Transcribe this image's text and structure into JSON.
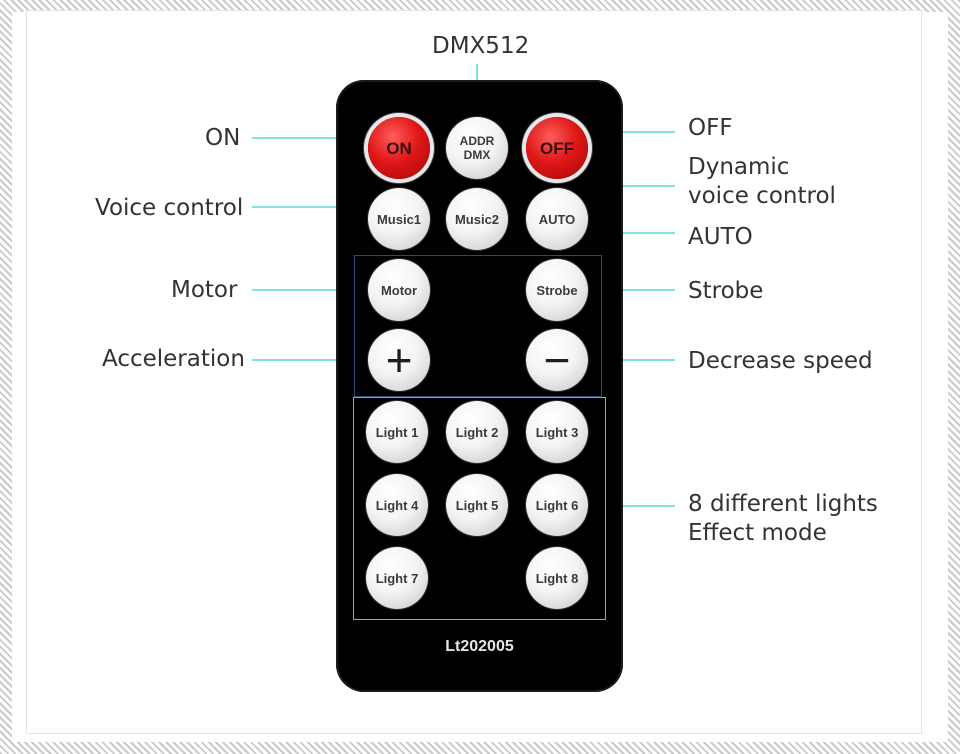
{
  "remote": {
    "model": "Lt202005",
    "buttons": {
      "on": "ON",
      "addr": "ADDR",
      "dmx": "DMX",
      "off": "OFF",
      "music1": "Music1",
      "music2": "Music2",
      "auto": "AUTO",
      "motor": "Motor",
      "strobe": "Strobe",
      "plus": "+",
      "minus": "−",
      "light1": "Light 1",
      "light2": "Light 2",
      "light3": "Light 3",
      "light4": "Light 4",
      "light5": "Light 5",
      "light6": "Light 6",
      "light7": "Light 7",
      "light8": "Light 8"
    }
  },
  "callouts": {
    "dmx512": "DMX512",
    "on": "ON",
    "off": "OFF",
    "dynamic_line1": "Dynamic",
    "dynamic_line2": "voice control",
    "voice_control": "Voice control",
    "auto": "AUTO",
    "motor": "Motor",
    "strobe": "Strobe",
    "acceleration": "Acceleration",
    "decrease_speed": "Decrease speed",
    "lights_line1": "8 different lights",
    "lights_line2": "Effect mode"
  },
  "colors": {
    "leader_line": "#3fcfc8",
    "remote_body": "#000000",
    "red_button": "#e01818",
    "motor_group_border": "#2a4a78",
    "lights_group_border": "#3fcfc8"
  }
}
